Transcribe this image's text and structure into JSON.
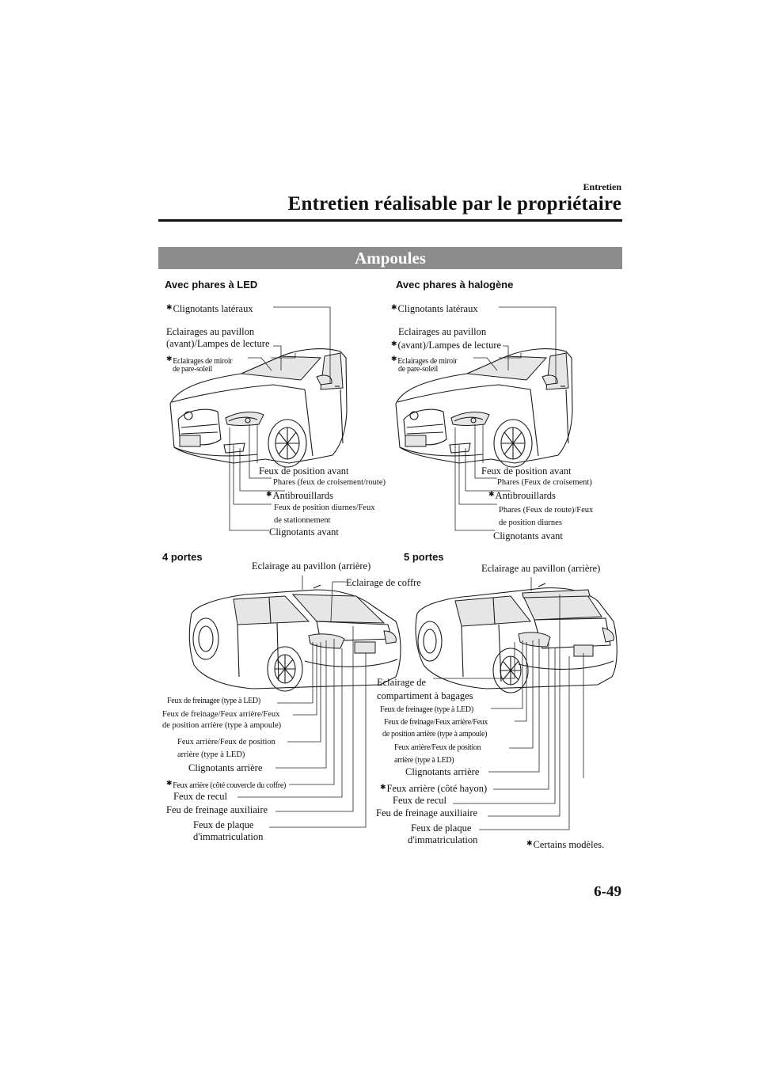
{
  "header": {
    "section_small": "Entretien",
    "section_title": "Entretien réalisable par le propriétaire"
  },
  "banner": {
    "title": "Ampoules"
  },
  "panels": {
    "led_front": {
      "heading": "Avec phares à LED",
      "labels": {
        "clignotants_lateraux": "Clignotants latéraux",
        "eclairages_pavillon_1": "Eclairages au pavillon",
        "eclairages_pavillon_2": "(avant)/Lampes de lecture",
        "eclairages_miroir_1": "Eclairages de miroir",
        "eclairages_miroir_2": "de pare-soleil",
        "feux_position_avant": "Feux de position avant",
        "phares": "Phares (feux de croisement/route)",
        "antibrouillards": "Antibrouillards",
        "feux_diurnes_1": "Feux de position diurnes/Feux",
        "feux_diurnes_2": "de stationnement",
        "clignotants_avant": "Clignotants avant"
      }
    },
    "halogen_front": {
      "heading": "Avec phares à halogène",
      "labels": {
        "clignotants_lateraux": "Clignotants latéraux",
        "eclairages_pavillon_1": "Eclairages au pavillon",
        "eclairages_pavillon_2": "(avant)/Lampes de lecture",
        "eclairages_miroir_1": "Eclairages de miroir",
        "eclairages_miroir_2": "de pare-soleil",
        "feux_position_avant": "Feux de position avant",
        "phares_croisement": "Phares (Feux de croisement)",
        "antibrouillards": "Antibrouillards",
        "phares_route_1": "Phares (Feux de route)/Feux",
        "phares_route_2": "de position diurnes",
        "clignotants_avant": "Clignotants avant"
      }
    },
    "rear_4": {
      "heading": "4 portes",
      "labels": {
        "eclairage_pavillon_arriere": "Eclairage au pavillon (arrière)",
        "eclairage_coffre": "Eclairage de coffre",
        "feux_freinage_led": "Feux de freinagee (type à LED)",
        "feux_freinage_ampoule_1": "Feux de freinage/Feux arrière/Feux",
        "feux_freinage_ampoule_2": "de position arrière (type à ampoule)",
        "feux_arriere_led_1": "Feux arrière/Feux de position",
        "feux_arriere_led_2": "arrière (type à LED)",
        "clignotants_arriere": "Clignotants arrière",
        "feux_arriere_couvercle": "Feux arrière (côté couvercle du coffre)",
        "feux_recul": "Feux de recul",
        "feu_freinage_aux": "Feu de freinage auxiliaire",
        "feux_plaque_1": "Feux de plaque",
        "feux_plaque_2": "d'immatriculation"
      }
    },
    "rear_5": {
      "heading": "5 portes",
      "labels": {
        "eclairage_pavillon_arriere": "Eclairage au pavillon (arrière)",
        "eclairage_compartiment_1": "Eclairage de",
        "eclairage_compartiment_2": "compartiment à bagages",
        "feux_freinage_led": "Feux de freinagee (type à LED)",
        "feux_freinage_ampoule_1": "Feux de freinage/Feux arrière/Feux",
        "feux_freinage_ampoule_2": "de position arrière (type à ampoule)",
        "feux_arriere_led_1": "Feux arrière/Feux de position",
        "feux_arriere_led_2": "arrière (type à LED)",
        "clignotants_arriere": "Clignotants arrière",
        "feux_arriere_hayon": "Feux arrière (côté hayon)",
        "feux_recul": "Feux de recul",
        "feu_freinage_aux": "Feu de freinage auxiliaire",
        "feux_plaque_1": "Feux de plaque",
        "feux_plaque_2": "d'immatriculation"
      }
    }
  },
  "footnote": "Certains modèles.",
  "star_symbol": "✱",
  "page_number": "6-49"
}
